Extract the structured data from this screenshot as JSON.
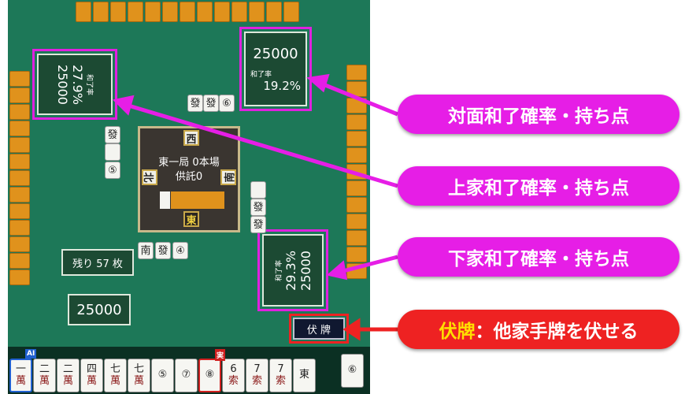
{
  "opponents": {
    "top": {
      "score": "25000",
      "rate_label": "和了率",
      "rate": "19.2%"
    },
    "left": {
      "score": "25000",
      "rate_label": "和了率",
      "rate": "27.9%"
    },
    "right": {
      "score": "25000",
      "rate_label": "和了率",
      "rate": "29.3%"
    }
  },
  "player": {
    "score": "25000"
  },
  "remaining": "残り 57 枚",
  "center": {
    "round": "東一局 0本場",
    "deposit": "供託0",
    "winds": {
      "top": "西",
      "left": "北",
      "right": "南",
      "bottom": "東"
    }
  },
  "fuse_button": "伏 牌",
  "hand": {
    "ai_badge": "AI",
    "real_badge": "実",
    "tiles": [
      [
        "一",
        "萬"
      ],
      [
        "二",
        "萬"
      ],
      [
        "二",
        "萬"
      ],
      [
        "四",
        "萬"
      ],
      [
        "七",
        "萬"
      ],
      [
        "七",
        "萬"
      ],
      [
        "⑤",
        ""
      ],
      [
        "⑦",
        ""
      ],
      [
        "⑧",
        ""
      ],
      [
        "6",
        "索"
      ],
      [
        "7",
        "索"
      ],
      [
        "7",
        "索"
      ],
      [
        "東",
        ""
      ]
    ],
    "drawn": [
      "⑥",
      ""
    ]
  },
  "discards": {
    "top": [
      "發",
      "發",
      "⑥"
    ],
    "left": [
      "發",
      "",
      "⑤"
    ],
    "right": [
      "",
      "發",
      "發"
    ],
    "self": [
      "南",
      "發",
      "④"
    ]
  },
  "callouts": {
    "toimen": "対面和了確率・持ち点",
    "kamicha": "上家和了確率・持ち点",
    "shimocha": "下家和了確率・持ち点",
    "fuse_key": "伏牌",
    "fuse_desc": "：他家手牌を伏せる"
  },
  "colors": {
    "table": "#1d7858",
    "callout": "#e61ee6",
    "callout_red": "#ee2222",
    "highlight": "#ffe000"
  }
}
